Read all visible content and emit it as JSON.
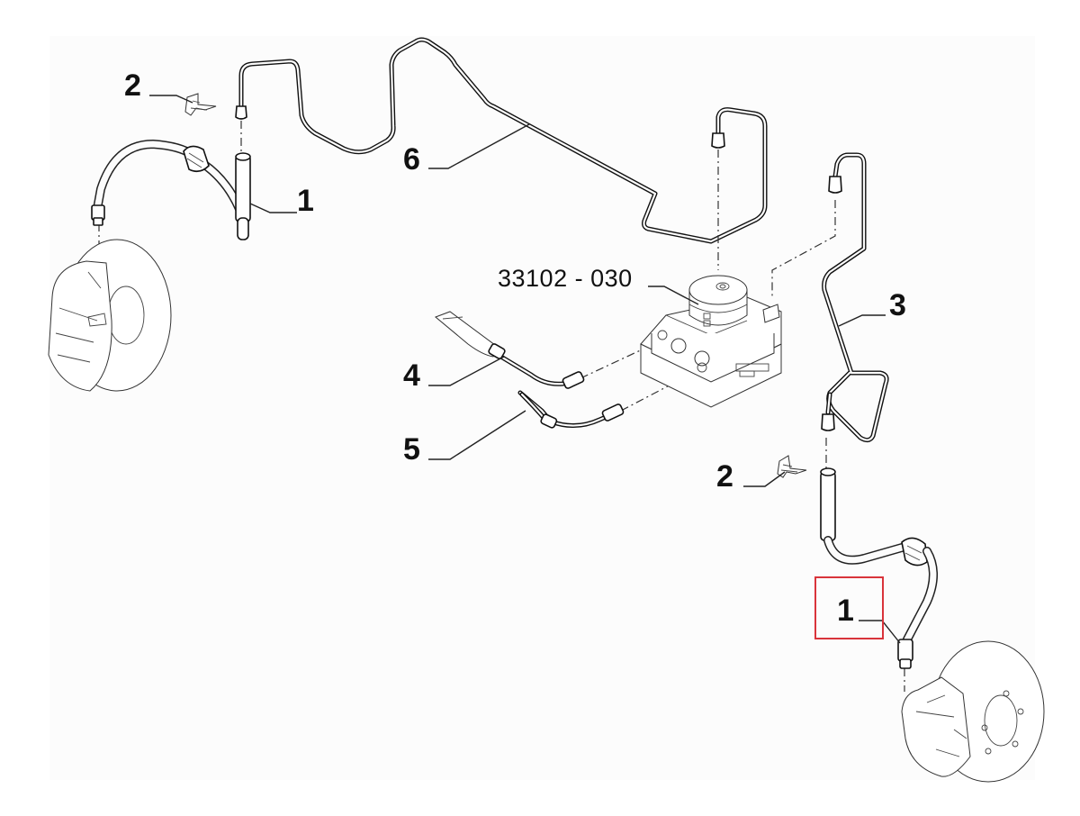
{
  "diagram": {
    "title": "Brake pipes and ABS hydraulic unit - exploded parts diagram",
    "background_color": "#fcfcfc",
    "highlight_color": "#d9343b",
    "part_code": "33102 - 030",
    "callouts": [
      {
        "id": "c-2-left",
        "label": "2",
        "part": "brake hose clip"
      },
      {
        "id": "c-1-left",
        "label": "1",
        "part": "front left flexible brake hose"
      },
      {
        "id": "c-6",
        "label": "6",
        "part": "brake pipe ABS to left front"
      },
      {
        "id": "c-code",
        "label": "33102 - 030",
        "part": "ABS hydraulic control unit"
      },
      {
        "id": "c-3",
        "label": "3",
        "part": "brake pipe ABS to right front"
      },
      {
        "id": "c-4",
        "label": "4",
        "part": "brake pipe from master cylinder"
      },
      {
        "id": "c-5",
        "label": "5",
        "part": "brake pipe from master cylinder"
      },
      {
        "id": "c-2-right",
        "label": "2",
        "part": "brake hose clip"
      },
      {
        "id": "c-1-right",
        "label": "1",
        "part": "front right flexible brake hose",
        "highlighted": true
      }
    ]
  }
}
